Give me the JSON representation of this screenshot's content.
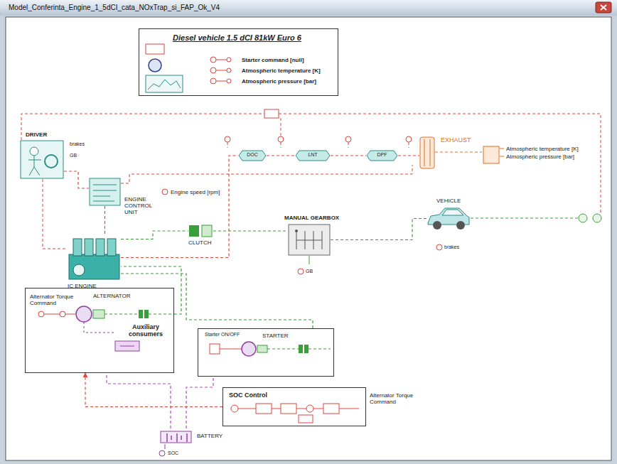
{
  "diagram": {
    "nodes": [
      {
        "text": [
          "Diesel vehicle 1.5 dCI 81kW Euro 6"
        ]
      },
      {
        "text": [
          "DRIVER"
        ]
      },
      {
        "text": [
          "ENGINE CONTROL UNIT"
        ]
      },
      {
        "text": [
          "IC ENGINE"
        ]
      },
      {
        "text": [
          "DOC"
        ]
      },
      {
        "text": [
          "LNT"
        ]
      },
      {
        "text": [
          "DPF"
        ]
      },
      {
        "text": [
          "EXHAUST"
        ]
      },
      {
        "text": [
          "CLUTCH"
        ]
      },
      {
        "text": [
          "MANUAL GEARBOX"
        ]
      },
      {
        "text": [
          "VEHICLE"
        ]
      },
      {
        "text": [
          "ALTERNATOR"
        ]
      },
      {
        "text": [
          "Auxiliary consumers"
        ],
        "in": 11
      },
      {
        "text": [
          "STARTER"
        ]
      },
      {
        "text": [
          "SOC Control"
        ]
      },
      {
        "text": [
          "BATTERY"
        ]
      }
    ],
    "edges": [
      {
        "from": 1,
        "to": 2,
        "arrow": "none"
      },
      {
        "from": 2,
        "to": 3,
        "arrow": "none"
      },
      {
        "from": 3,
        "to": 4,
        "arrow": "none"
      },
      {
        "from": 4,
        "to": 5,
        "arrow": "none"
      },
      {
        "from": 5,
        "to": 6,
        "arrow": "none"
      },
      {
        "from": 6,
        "to": 7,
        "arrow": "none"
      },
      {
        "from": 3,
        "to": 8,
        "arrow": "none"
      },
      {
        "from": 8,
        "to": 9,
        "arrow": "none"
      },
      {
        "from": 9,
        "to": 10,
        "arrow": "none"
      },
      {
        "from": 11,
        "to": 3,
        "arrow": "none"
      },
      {
        "from": 13,
        "to": 3,
        "arrow": "none"
      },
      {
        "from": 15,
        "to": 11,
        "arrow": "none"
      },
      {
        "from": 15,
        "to": 13,
        "arrow": "none"
      },
      {
        "from": 14,
        "to": 11,
        "arrow": "to"
      }
    ],
    "labels": [
      "Model_Conferinta_Engine_1_5dCI_cata_NOxTrap_si_FAP_Ok_V4",
      "Starter command [null]",
      "Atmospheric temperature [K]",
      "Atmospheric pressure [bar]",
      "brakes",
      "GB",
      "Engine speed [rpm]",
      "GB",
      "brakes",
      "Atmospheric temperature [K]",
      "Atmospheric pressure [bar]",
      "Alternator Torque Command",
      "Starter ON/OFF",
      "Alternator Torque Command",
      "SOC"
    ]
  }
}
